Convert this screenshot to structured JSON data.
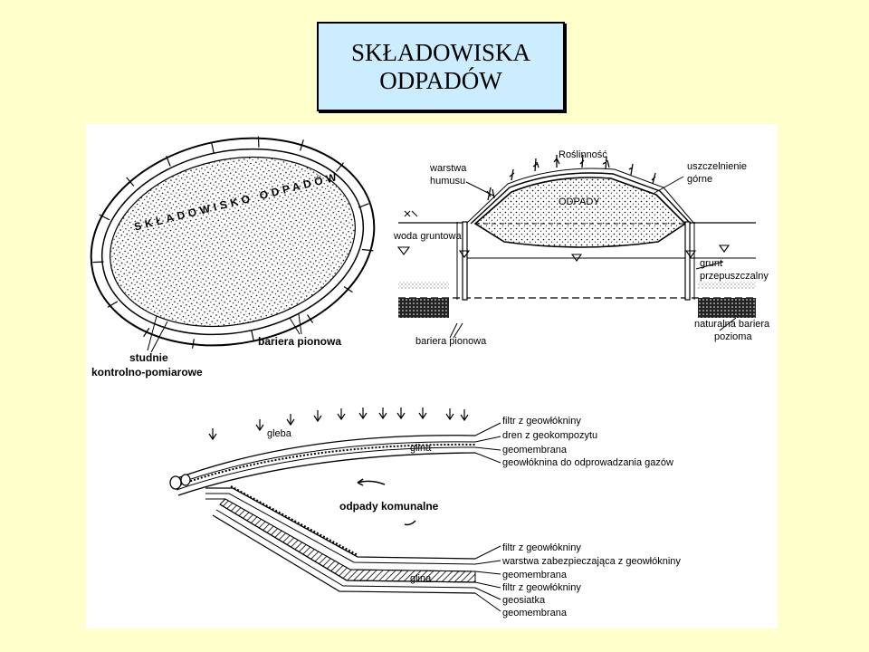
{
  "title": {
    "line1": "SKŁADOWISKA",
    "line2": "ODPADÓW"
  },
  "top_diagram": {
    "oval_label": "SKŁADOWISKO ODPADÓW",
    "studnie": "studnie",
    "kontrolno": "kontrolno-pomiarowe",
    "bariera_left": "bariera pionowa",
    "bariera_right": "bariera pionowa",
    "warstwa": "warstwa",
    "humusu": "humusu",
    "roslinnosc": "Roślinność",
    "uszczelnienie": "uszczelnienie",
    "gorne": "górne",
    "odpady": "ODPADY",
    "woda": "woda gruntowa",
    "grunt": "grunt",
    "przepuszczalny": "przepuszczalny",
    "naturalna": "naturalna bariera",
    "pozioma": "pozioma"
  },
  "bottom_diagram": {
    "gleba": "gleba",
    "glina_top": "glina",
    "odpady_komunalne": "odpady komunalne",
    "glina_bottom": "glina",
    "top_layers": [
      "filtr z geowłókniny",
      "dren z geokompozytu",
      "geomembrana",
      "geowłóknina do odprowadzania gazów"
    ],
    "bottom_layers": [
      "filtr z geowłókniny",
      "warstwa zabezpieczająca z geowłókniny",
      "geomembrana",
      "filtr z geowłókniny",
      "geosiatka",
      "geomembrana"
    ]
  }
}
